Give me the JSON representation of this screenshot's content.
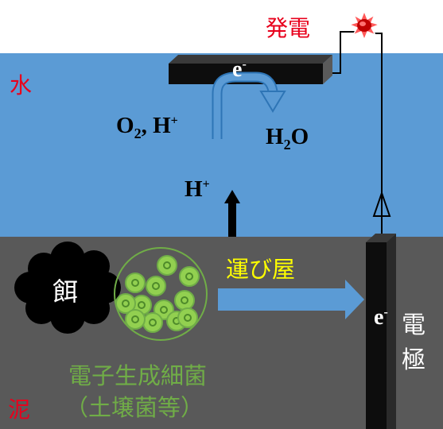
{
  "power_label": "発電",
  "water_label": "水",
  "mud_label": "泥",
  "electron_top": {
    "base": "e",
    "sup": "-"
  },
  "electron_electrode": {
    "base": "e",
    "sup": "-"
  },
  "reactants": {
    "o": "O",
    "o_sub": "2",
    "sep": ", H",
    "h_sup": "+"
  },
  "product": {
    "h": "H",
    "h_sub": "2",
    "o": "O"
  },
  "proton": {
    "base": "H",
    "sup": "+"
  },
  "food_label": "餌",
  "carrier_label": "運び屋",
  "bacteria_label_line1": "電子生成細菌",
  "bacteria_label_line2": "（土壌菌等）",
  "electrode_label": "電極",
  "colors": {
    "water": "#5b9bd5",
    "mud": "#595959",
    "red_text": "#e8001c",
    "carrier_text": "#ffff00",
    "bacteria": "#70ad47",
    "arrow_blue": "#5b9bd5"
  }
}
